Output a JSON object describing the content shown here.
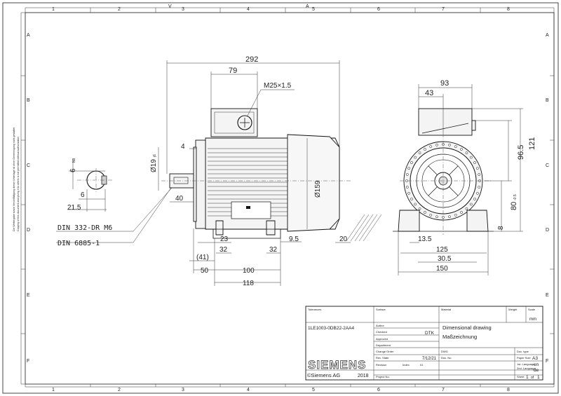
{
  "frame": {
    "cols": [
      "1",
      "2",
      "3",
      "4",
      "5",
      "6",
      "7",
      "8"
    ],
    "rows": [
      "A",
      "B",
      "C",
      "D",
      "E",
      "F"
    ],
    "top_markers": [
      "V",
      "A"
    ]
  },
  "side_text": [
    "Die Weitergabe sowie Vervielfältigung dieser Unterlage ist ohne Genehmigung nicht gestattet",
    "Copying of this document and giving it to others is not permitted without authorization"
  ],
  "keyway": {
    "depth": "6",
    "depth_tol": "N9",
    "width": "6",
    "length": "21.5",
    "note1": "DIN 332-DR M6",
    "note2": "DIN 6885-1"
  },
  "side_view": {
    "overall": "292",
    "terminal_offset": "79",
    "gland": "M25×1.5",
    "flange_step": "4",
    "shaft_dia": "Ø19",
    "shaft_tol": "j6",
    "shaft_len": "40",
    "body_dia": "Ø159",
    "dims": [
      "23",
      "32",
      "32",
      "9.5",
      "20",
      "(41)",
      "50",
      "100",
      "118"
    ]
  },
  "end_view": {
    "width_top": "93",
    "half_top": "43",
    "height_total": "121",
    "height_mid": "96.5",
    "shaft_height": "80",
    "shaft_height_tol": "-0.5",
    "foot_thk": "8",
    "dims_bottom": [
      "13.5",
      "125",
      "30.5",
      "150"
    ]
  },
  "title_block": {
    "tolerance_label": "Tolerances",
    "surface_label": "Surface",
    "material_label": "Material",
    "weight_label": "Weight",
    "scale_label": "Scale",
    "unit": "mm",
    "drawing_no": "1LE1003-0DB22-2AA4",
    "author_label": "Author",
    "checked_label": "Checked",
    "checked_value": "DTK",
    "approved_label": "Approved",
    "department_label": "Department",
    "title_en": "Dimensional drawing",
    "title_de": "Maßzeichnung",
    "change_order_label": "Change Order",
    "dwg_label": "DWG",
    "doc_type_label": "Doc. type",
    "rev_state_label": "Rev. State",
    "rev_date": "7/12/21",
    "doc_no_label": "Doc. No",
    "paper_size_label": "Paper Size",
    "paper_size": "A3",
    "revision_label": "Revision",
    "index_label": "Index",
    "index_value": "01",
    "project_no_label": "Project No.",
    "lang1_label": "1st. Language",
    "lang1": "en",
    "lang2_label": "2nd. Language",
    "lang2": "de",
    "sheet_label": "Sheet",
    "sheet": "1",
    "sheet_of": "of",
    "sheet_total": "1",
    "brand": "SIEMENS",
    "copyright": "©Siemens AG",
    "year": "2018"
  }
}
